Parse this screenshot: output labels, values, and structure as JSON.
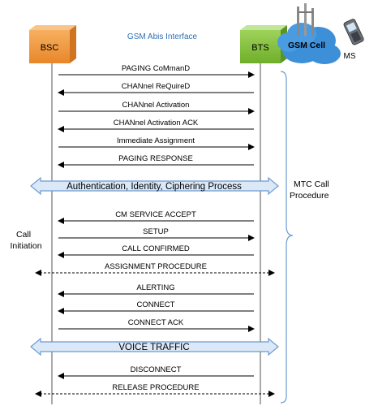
{
  "title": "GSM Abis Interface",
  "entities": {
    "bsc": "BSC",
    "bts": "BTS",
    "cell": "GSM Cell",
    "ms": "MS"
  },
  "messages": [
    {
      "label": "PAGING CoMmanD",
      "direction": "right"
    },
    {
      "label": "CHANnel ReQuireD",
      "direction": "left"
    },
    {
      "label": "CHANnel Activation",
      "direction": "right"
    },
    {
      "label": "CHANnel Activation ACK",
      "direction": "left"
    },
    {
      "label": "Immediate Assignment",
      "direction": "right"
    },
    {
      "label": "PAGING RESPONSE",
      "direction": "left"
    },
    {
      "label": "Authentication, Identity, Ciphering Process",
      "direction": "band"
    },
    {
      "label": "CM SERVICE ACCEPT",
      "direction": "left"
    },
    {
      "label": "SETUP",
      "direction": "right"
    },
    {
      "label": "CALL CONFIRMED",
      "direction": "left"
    },
    {
      "label": "ASSIGNMENT PROCEDURE",
      "direction": "both-dashed"
    },
    {
      "label": "ALERTING",
      "direction": "left"
    },
    {
      "label": "CONNECT",
      "direction": "left"
    },
    {
      "label": "CONNECT ACK",
      "direction": "right"
    },
    {
      "label": "VOICE TRAFFIC",
      "direction": "band"
    },
    {
      "label": "DISCONNECT",
      "direction": "left"
    },
    {
      "label": "RELEASE PROCEDURE",
      "direction": "both-dashed"
    }
  ],
  "annotations": {
    "mtc_call_procedure": [
      "MTC Call",
      "Procedure"
    ],
    "call_initiation": [
      "Call",
      "Initiation"
    ]
  },
  "colors": {
    "entity_box": "#f29a3a",
    "title_text": "#2e6fb5",
    "band_fill": "#dbe8f7",
    "band_stroke": "#6b9bd2",
    "cloud": "#3d8fd8"
  }
}
